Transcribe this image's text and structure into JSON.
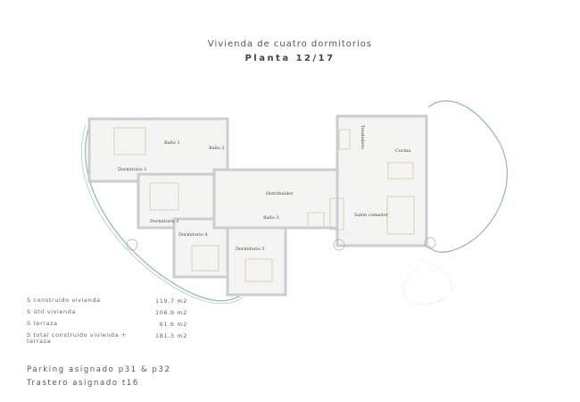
{
  "header": {
    "title": "Vivienda de cuatro dormitorios",
    "floor": "Planta 12/17"
  },
  "rooms": {
    "dormitorio1": "Dormitorio 1",
    "bano1": "Baño 1",
    "bano2": "Baño 2",
    "distribuidor": "Distribuidor",
    "dormitorio2": "Dormitorio 2",
    "dormitorio4": "Dormitorio 4",
    "bano3": "Baño 3",
    "dormitorio3": "Dormitorio 3",
    "tendedero": "Tendedero",
    "cocina": "Cocina",
    "salon": "Salón comedor"
  },
  "surfaces": [
    {
      "label": "S construido vivienda",
      "value": "119.7 m2"
    },
    {
      "label": "S útil vivienda",
      "value": "106.9 m2"
    },
    {
      "label": "S terraza",
      "value": "61.6 m2"
    },
    {
      "label": "S total construido vivienda + terraza",
      "value": "181.3 m2"
    }
  ],
  "assignments": {
    "parking": "Parking asignado p31 & p32",
    "storage": "Trastero asignado t16"
  },
  "colors": {
    "wall": "#c9cfcf",
    "terrace": "#8fb8bc",
    "furniture": "#d8c9a0"
  }
}
